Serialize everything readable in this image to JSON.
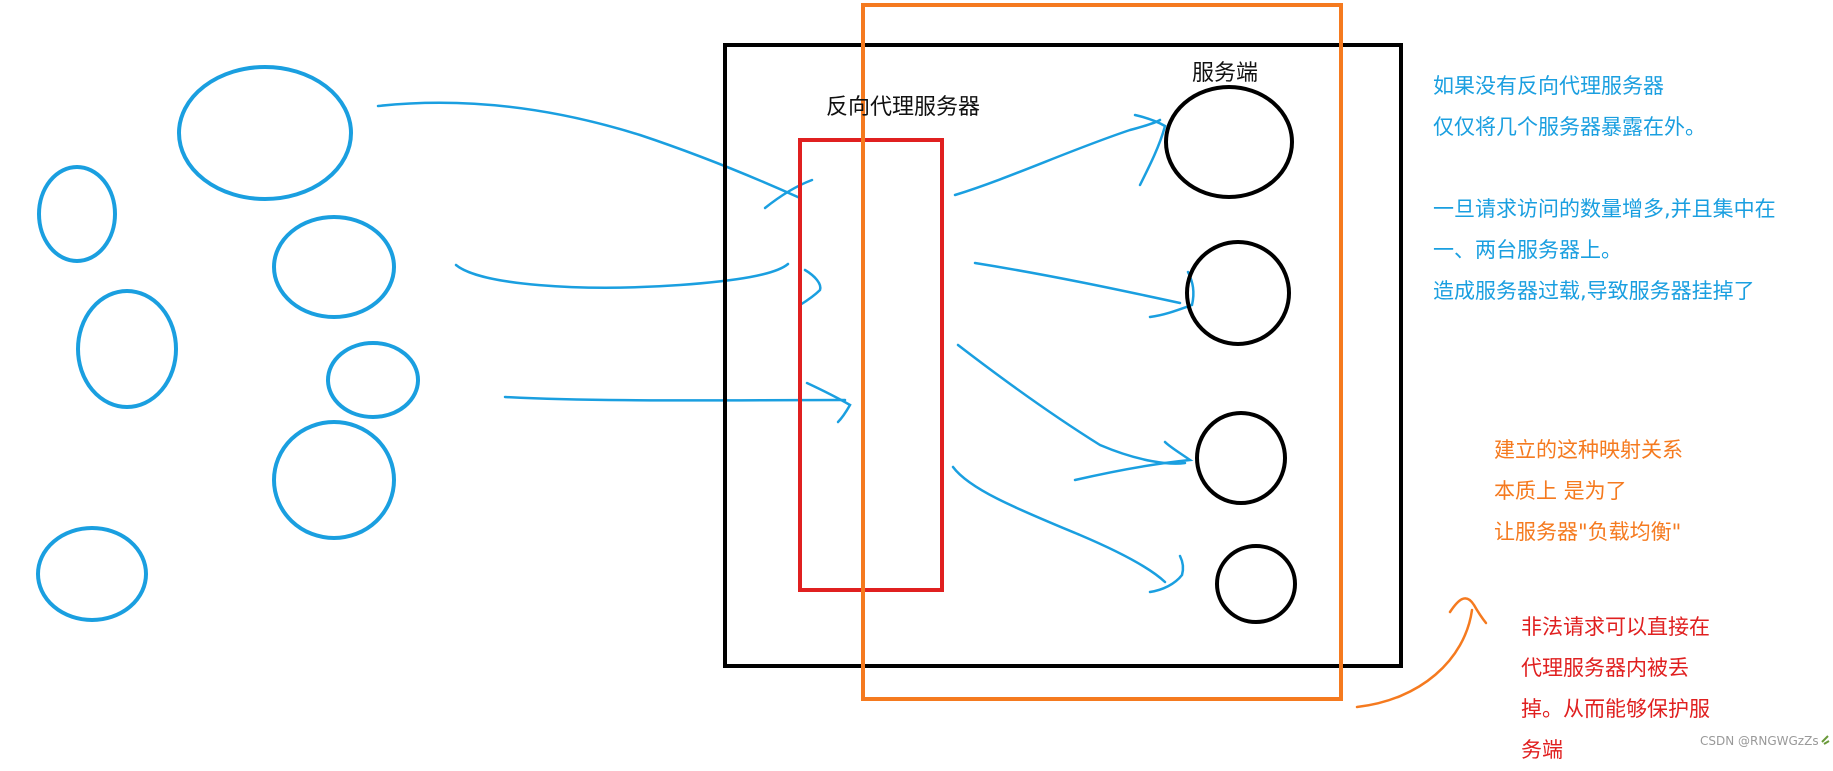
{
  "labels": {
    "proxy": "反向代理服务器",
    "server": "服务端"
  },
  "notes": {
    "blue": "如果没有反向代理服务器\n仅仅将几个服务器暴露在外。\n\n一旦请求访问的数量增多,并且集中在\n一、两台服务器上。\n造成服务器过载,导致服务器挂掉了",
    "orange": "建立的这种映射关系\n本质上 是为了\n让服务器\"负载均衡\"",
    "red": "非法请求可以直接在\n代理服务器内被丢\n掉。从而能够保护服\n务端"
  },
  "watermark": "CSDN @RNGWGzZs",
  "colors": {
    "client": "#1a9fe0",
    "proxy_box": "#e02020",
    "highlight": "#f57a1f",
    "frame": "#000000",
    "note_blue": "#1a9fe0",
    "note_orange": "#f57a1f",
    "note_red": "#e02020"
  }
}
